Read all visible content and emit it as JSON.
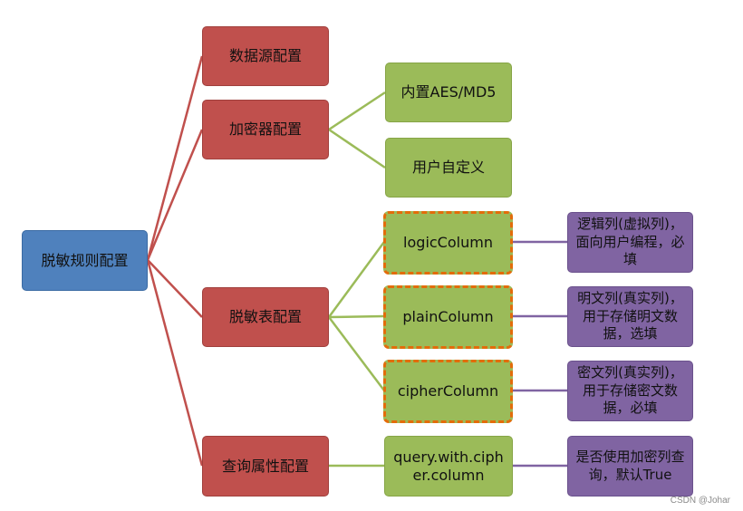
{
  "root": {
    "label": "脱敏规则配置"
  },
  "level1": [
    {
      "label": "数据源配置"
    },
    {
      "label": "加密器配置"
    },
    {
      "label": "脱敏表配置"
    },
    {
      "label": "查询属性配置"
    }
  ],
  "encryptor": [
    {
      "label": "内置AES/MD5"
    },
    {
      "label": "用户自定义"
    }
  ],
  "columns": [
    {
      "label": "logicColumn"
    },
    {
      "label": "plainColumn"
    },
    {
      "label": "cipherColumn"
    }
  ],
  "query": {
    "label": "query.with.cipher.column"
  },
  "notes": [
    {
      "label": "逻辑列(虚拟列)，面向用户编程，必填"
    },
    {
      "label": "明文列(真实列)，用于存储明文数据，选填"
    },
    {
      "label": "密文列(真实列)，用于存储密文数据，必填"
    },
    {
      "label": "是否使用加密列查询，默认True"
    }
  ],
  "watermark": "CSDN @Johar",
  "colors": {
    "root": "#4f81bd",
    "level1": "#c0504d",
    "level2": "#9bbb59",
    "notes": "#8064a2",
    "dashed_border": "#e36c0a",
    "connector_red": "#c0504d",
    "connector_green": "#9bbb59",
    "connector_purple": "#8064a2"
  }
}
